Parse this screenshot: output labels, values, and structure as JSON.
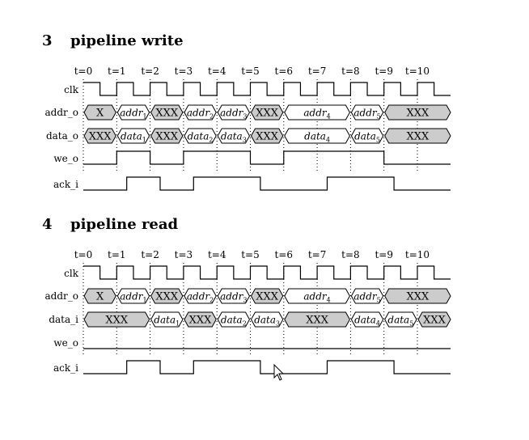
{
  "sections": [
    {
      "number": "3",
      "title": "pipeline write",
      "time_labels": [
        "t=0",
        "t=1",
        "t=2",
        "t=3",
        "t=4",
        "t=5",
        "t=6",
        "t=7",
        "t=8",
        "t=9",
        "t=10"
      ],
      "signals": [
        {
          "name": "clk",
          "type": "clock"
        },
        {
          "name": "addr_o",
          "type": "bus",
          "segments": [
            {
              "from": 0,
              "to": 1,
              "label": "X",
              "undefined": true
            },
            {
              "from": 1,
              "to": 2,
              "label": "addr",
              "sub": "1"
            },
            {
              "from": 2,
              "to": 3,
              "label": "XXX",
              "undefined": true
            },
            {
              "from": 3,
              "to": 4,
              "label": "addr",
              "sub": "2"
            },
            {
              "from": 4,
              "to": 5,
              "label": "addr",
              "sub": "3"
            },
            {
              "from": 5,
              "to": 6,
              "label": "XXX",
              "undefined": true
            },
            {
              "from": 6,
              "to": 8,
              "label": "addr",
              "sub": "4"
            },
            {
              "from": 8,
              "to": 9,
              "label": "addr",
              "sub": "5"
            },
            {
              "from": 9,
              "to": 11,
              "label": "XXX",
              "undefined": true
            }
          ]
        },
        {
          "name": "data_o",
          "type": "bus",
          "segments": [
            {
              "from": 0,
              "to": 1,
              "label": "XXX",
              "undefined": true
            },
            {
              "from": 1,
              "to": 2,
              "label": "data",
              "sub": "1"
            },
            {
              "from": 2,
              "to": 3,
              "label": "XXX",
              "undefined": true
            },
            {
              "from": 3,
              "to": 4,
              "label": "data",
              "sub": "2"
            },
            {
              "from": 4,
              "to": 5,
              "label": "data",
              "sub": "3"
            },
            {
              "from": 5,
              "to": 6,
              "label": "XXX",
              "undefined": true
            },
            {
              "from": 6,
              "to": 8,
              "label": "data",
              "sub": "4"
            },
            {
              "from": 8,
              "to": 9,
              "label": "data",
              "sub": "5"
            },
            {
              "from": 9,
              "to": 11,
              "label": "XXX",
              "undefined": true
            }
          ]
        },
        {
          "name": "we_o",
          "type": "digital",
          "edges": [
            [
              0,
              0
            ],
            [
              1,
              1
            ],
            [
              2,
              0
            ],
            [
              3,
              1
            ],
            [
              5,
              0
            ],
            [
              6,
              1
            ],
            [
              9,
              0
            ]
          ]
        },
        {
          "name": "ack_i",
          "type": "digital",
          "edges": [
            [
              0,
              0
            ],
            [
              1.3,
              1
            ],
            [
              2.3,
              0
            ],
            [
              3.3,
              1
            ],
            [
              5.3,
              0
            ],
            [
              7.3,
              1
            ],
            [
              9.3,
              0
            ]
          ]
        }
      ]
    },
    {
      "number": "4",
      "title": "pipeline read",
      "time_labels": [
        "t=0",
        "t=1",
        "t=2",
        "t=3",
        "t=4",
        "t=5",
        "t=6",
        "t=7",
        "t=8",
        "t=9",
        "t=10"
      ],
      "signals": [
        {
          "name": "clk",
          "type": "clock"
        },
        {
          "name": "addr_o",
          "type": "bus",
          "segments": [
            {
              "from": 0,
              "to": 1,
              "label": "X",
              "undefined": true
            },
            {
              "from": 1,
              "to": 2,
              "label": "addr",
              "sub": "1"
            },
            {
              "from": 2,
              "to": 3,
              "label": "XXX",
              "undefined": true
            },
            {
              "from": 3,
              "to": 4,
              "label": "addr",
              "sub": "2"
            },
            {
              "from": 4,
              "to": 5,
              "label": "addr",
              "sub": "3"
            },
            {
              "from": 5,
              "to": 6,
              "label": "XXX",
              "undefined": true
            },
            {
              "from": 6,
              "to": 8,
              "label": "addr",
              "sub": "4"
            },
            {
              "from": 8,
              "to": 9,
              "label": "addr",
              "sub": "5"
            },
            {
              "from": 9,
              "to": 11,
              "label": "XXX",
              "undefined": true
            }
          ]
        },
        {
          "name": "data_i",
          "type": "bus",
          "segments": [
            {
              "from": 0,
              "to": 2,
              "label": "XXX",
              "undefined": true
            },
            {
              "from": 2,
              "to": 3,
              "label": "data",
              "sub": "1"
            },
            {
              "from": 3,
              "to": 4,
              "label": "XXX",
              "undefined": true
            },
            {
              "from": 4,
              "to": 5,
              "label": "data",
              "sub": "2"
            },
            {
              "from": 5,
              "to": 6,
              "label": "data",
              "sub": "3"
            },
            {
              "from": 6,
              "to": 8,
              "label": "XXX",
              "undefined": true
            },
            {
              "from": 8,
              "to": 9,
              "label": "data",
              "sub": "4"
            },
            {
              "from": 9,
              "to": 10,
              "label": "data",
              "sub": "5"
            },
            {
              "from": 10,
              "to": 11,
              "label": "XXX",
              "undefined": true
            }
          ]
        },
        {
          "name": "we_o",
          "type": "digital",
          "edges": [
            [
              0,
              0
            ]
          ]
        },
        {
          "name": "ack_i",
          "type": "digital",
          "edges": [
            [
              0,
              0
            ],
            [
              1.3,
              1
            ],
            [
              2.3,
              0
            ],
            [
              3.3,
              1
            ],
            [
              5.3,
              0
            ],
            [
              7.3,
              1
            ],
            [
              9.3,
              0
            ]
          ]
        }
      ]
    }
  ],
  "colors": {
    "undefined_fill": "#cccccc",
    "line": "#000000",
    "background": "#ffffff"
  }
}
